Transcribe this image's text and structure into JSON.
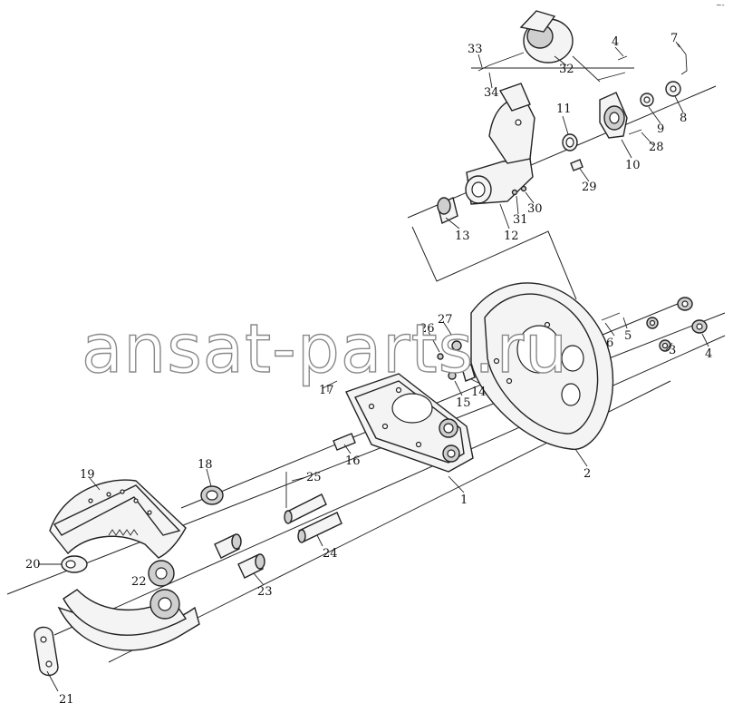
{
  "watermark": "ansat-parts.ru",
  "corner_mark": "~-",
  "callouts": [
    {
      "id": "p1",
      "label": "1"
    },
    {
      "id": "p2",
      "label": "2"
    },
    {
      "id": "p3",
      "label": "3"
    },
    {
      "id": "p4a",
      "label": "4"
    },
    {
      "id": "p4b",
      "label": "4"
    },
    {
      "id": "p5",
      "label": "5"
    },
    {
      "id": "p6",
      "label": "6"
    },
    {
      "id": "p7",
      "label": "7"
    },
    {
      "id": "p8",
      "label": "8"
    },
    {
      "id": "p9",
      "label": "9"
    },
    {
      "id": "p10",
      "label": "10"
    },
    {
      "id": "p11",
      "label": "11"
    },
    {
      "id": "p12",
      "label": "12"
    },
    {
      "id": "p13",
      "label": "13"
    },
    {
      "id": "p14",
      "label": "14"
    },
    {
      "id": "p15",
      "label": "15"
    },
    {
      "id": "p16",
      "label": "16"
    },
    {
      "id": "p17",
      "label": "17"
    },
    {
      "id": "p18",
      "label": "18"
    },
    {
      "id": "p19",
      "label": "19"
    },
    {
      "id": "p20",
      "label": "20"
    },
    {
      "id": "p21",
      "label": "21"
    },
    {
      "id": "p22",
      "label": "22"
    },
    {
      "id": "p23",
      "label": "23"
    },
    {
      "id": "p24",
      "label": "24"
    },
    {
      "id": "p25",
      "label": "25"
    },
    {
      "id": "p26",
      "label": "26"
    },
    {
      "id": "p27",
      "label": "27"
    },
    {
      "id": "p28",
      "label": "28"
    },
    {
      "id": "p29",
      "label": "29"
    },
    {
      "id": "p30",
      "label": "30"
    },
    {
      "id": "p31",
      "label": "31"
    },
    {
      "id": "p32",
      "label": "32"
    },
    {
      "id": "p33",
      "label": "33"
    },
    {
      "id": "p34",
      "label": "34"
    }
  ]
}
